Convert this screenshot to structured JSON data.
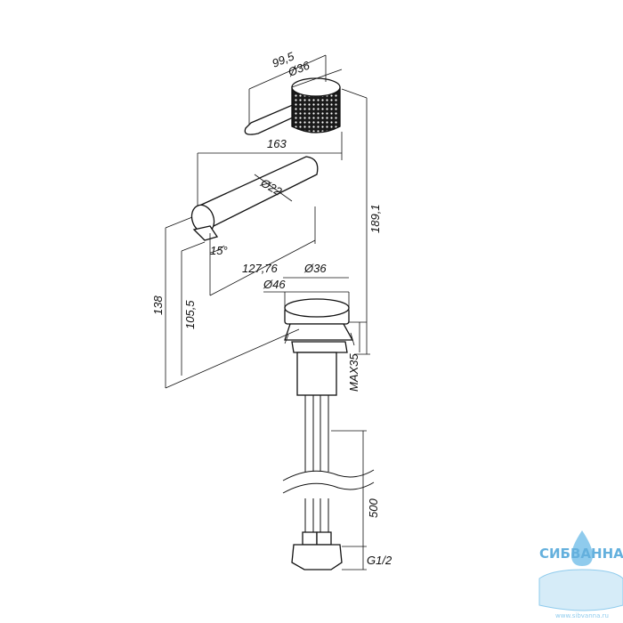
{
  "dimensions": {
    "handle_length": "99,5",
    "handle_diameter": "Ø36",
    "spout_length": "163",
    "spout_diameter": "Ø22",
    "spout_angle": "15°",
    "spout_reach": "127,76",
    "body_diameter": "Ø36",
    "base_diameter": "Ø46",
    "total_height": "189,1",
    "spout_height": "138",
    "outlet_height": "105,5",
    "max_counter": "MAX35",
    "hose_length": "500",
    "connection": "G1/2"
  },
  "watermark": {
    "brand": "СИБВАННА",
    "url": "www.sibvanna.ru",
    "colors": {
      "brand": "#4aa3d8",
      "drop": "#7cc3ea"
    }
  }
}
